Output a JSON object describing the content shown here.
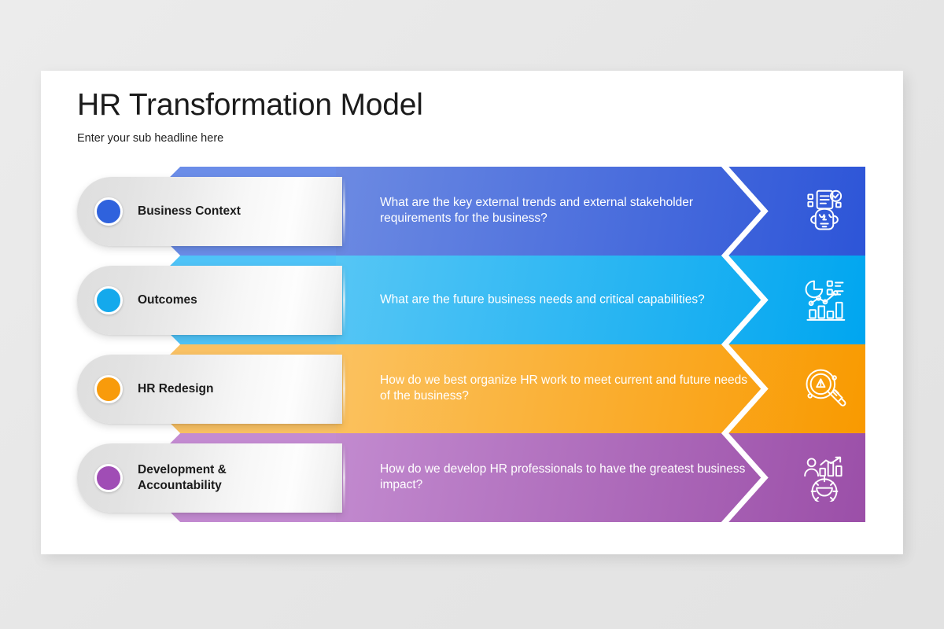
{
  "header": {
    "title": "HR Transformation Model",
    "subtitle": "Enter your sub headline here"
  },
  "rows": [
    {
      "label": "Business Context",
      "question": "What are the key external trends and external stakeholder requirements for the business?",
      "icon": "checklist-robot-head-icon",
      "dot_color": "#2F62DD",
      "band_from": "#6C8AE2",
      "band_to": "#2D55D8",
      "tail_color": "#6B8DE8"
    },
    {
      "label": "Outcomes",
      "question": "What are the future business needs and critical capabilities?",
      "icon": "analytics-dashboard-icon",
      "dot_color": "#14A9EC",
      "band_from": "#56C6F5",
      "band_to": "#00A6F0",
      "tail_color": "#4FC3F7"
    },
    {
      "label": "HR Redesign",
      "question": "How do we best organize HR work to meet current and future needs of the business?",
      "icon": "magnifier-plug-icon",
      "dot_color": "#F89B0B",
      "band_from": "#FBC260",
      "band_to": "#F99A00",
      "tail_color": "#F9C164"
    },
    {
      "label": "Development &\nAccountability",
      "question": "How do we develop HR professionals to have the greatest business impact?",
      "icon": "person-growth-gear-icon",
      "dot_color": "#A04DB5",
      "band_from": "#C28ACF",
      "band_to": "#9B4FA8",
      "tail_color": "#C48BD2"
    }
  ]
}
